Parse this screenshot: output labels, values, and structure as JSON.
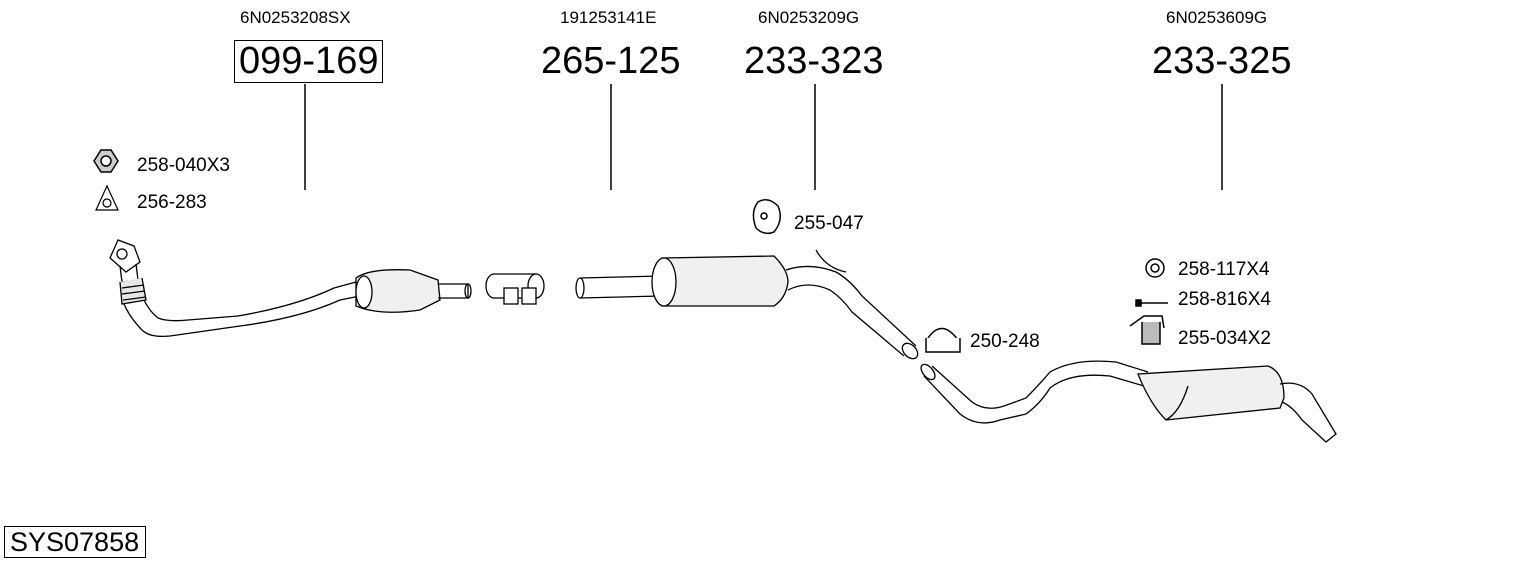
{
  "parts": [
    {
      "oe": "6N0253208SX",
      "number": "099-169"
    },
    {
      "oe": "191253141E",
      "number": "265-125"
    },
    {
      "oe": "6N0253209G",
      "number": "233-323"
    },
    {
      "oe": "6N0253609G",
      "number": "233-325"
    }
  ],
  "accessories": [
    {
      "label": "258-040X3",
      "icon": "hex-nut-icon"
    },
    {
      "label": "256-283",
      "icon": "gasket-icon"
    },
    {
      "label": "255-047",
      "icon": "rubber-hanger-icon"
    },
    {
      "label": "250-248",
      "icon": "clamp-icon"
    },
    {
      "label": "258-117X4",
      "icon": "washer-icon"
    },
    {
      "label": "258-816X4",
      "icon": "bolt-icon"
    },
    {
      "label": "255-034X2",
      "icon": "mounting-bracket-icon"
    }
  ],
  "system_code": "SYS07858"
}
